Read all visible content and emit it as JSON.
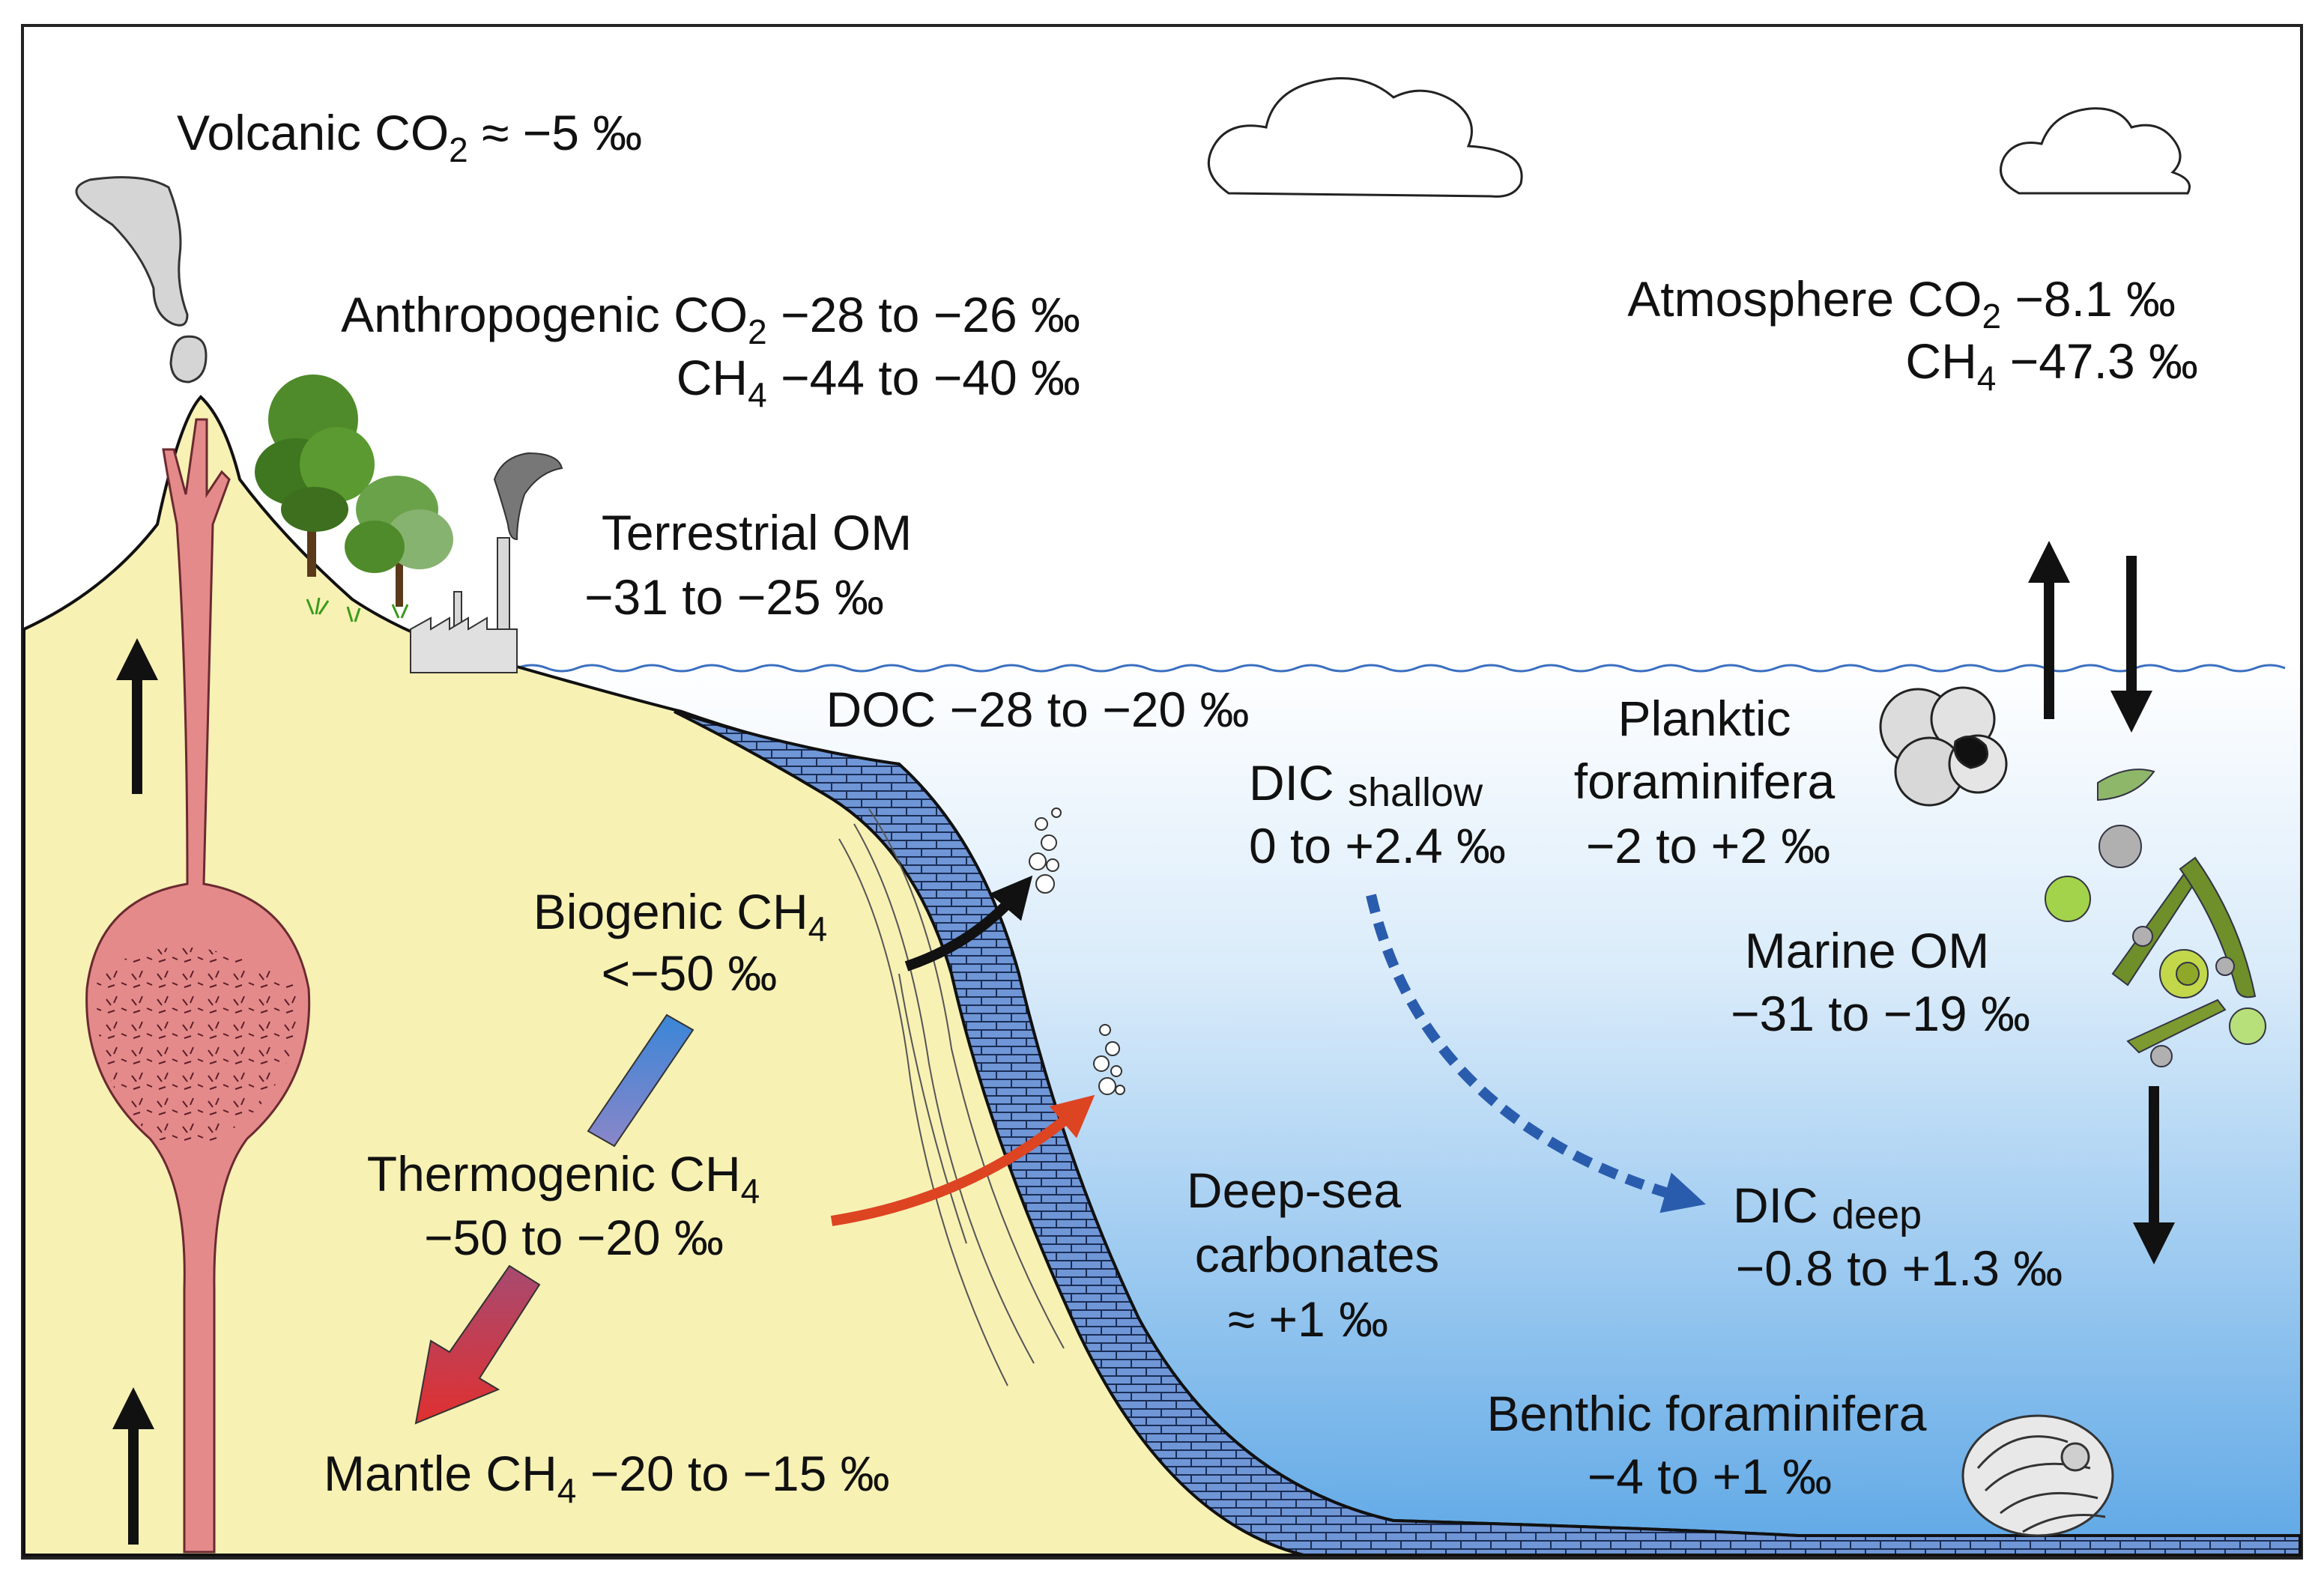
{
  "colors": {
    "land": "#f7f1b4",
    "magma": "#e58a8a",
    "ocean_top": "#ffffff",
    "ocean_bottom": "#6aafe8",
    "carbonate": "#6f96d6",
    "black_arrow": "#111111",
    "red_arrow": "#dd4422",
    "blue_dotted": "#2a5cae"
  },
  "icons": [
    "volcano-plume",
    "tree",
    "factory",
    "cloud",
    "planktic-foraminifera",
    "phytoplankton",
    "benthic-foraminifera",
    "bubbles"
  ],
  "labels": {
    "volcanic": {
      "pre": "Volcanic CO",
      "sub": "2",
      "post": " ≈ −5 ‰"
    },
    "anthro1": {
      "pre": "Anthropogenic CO",
      "sub": "2",
      "post": " −28 to −26 ‰"
    },
    "anthro2": {
      "pre": "CH",
      "sub": "4",
      "post": " −44 to −40 ‰"
    },
    "terrestrial1": "Terrestrial OM",
    "terrestrial2": "−31 to −25 ‰",
    "doc": "DOC −28 to −20 ‰",
    "atmos1": {
      "pre": "Atmosphere CO",
      "sub": "2",
      "post": " −8.1 ‰"
    },
    "atmos2": {
      "pre": "CH",
      "sub": "4",
      "post": " −47.3 ‰"
    },
    "dic_shallow1": {
      "pre": "DIC ",
      "small": "shallow"
    },
    "dic_shallow2": "0 to +2.4 ‰",
    "planktic1": "Planktic",
    "planktic2": "foraminifera",
    "planktic3": "−2 to +2 ‰",
    "biogenic1": {
      "pre": "Biogenic CH",
      "sub": "4"
    },
    "biogenic2": "<−50 ‰",
    "marine1": "Marine OM",
    "marine2": "−31 to −19 ‰",
    "thermo1": {
      "pre": "Thermogenic CH",
      "sub": "4"
    },
    "thermo2": "−50 to −20 ‰",
    "deepsea1": "Deep-sea",
    "deepsea2": "carbonates",
    "deepsea3": "≈ +1 ‰",
    "dic_deep1": {
      "pre": "DIC ",
      "small": "deep"
    },
    "dic_deep2": "−0.8 to +1.3 ‰",
    "benthic1": "Benthic foraminifera",
    "benthic2": "−4 to +1 ‰",
    "mantle": {
      "pre": "Mantle CH",
      "sub": "4",
      "post": " −20 to −15 ‰"
    }
  }
}
